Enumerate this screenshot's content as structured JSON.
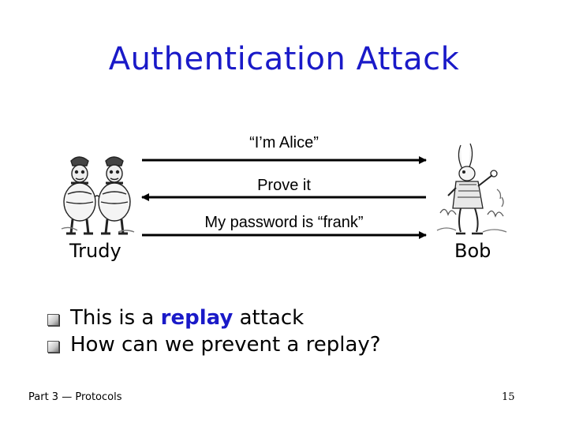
{
  "slide": {
    "title": "Authentication Attack",
    "left_party": "Trudy",
    "right_party": "Bob",
    "left_figure_icon": "tweedle-twins-illustration",
    "right_figure_icon": "white-rabbit-illustration"
  },
  "messages": [
    {
      "text": "“I’m Alice”",
      "direction": "right"
    },
    {
      "text": "Prove it",
      "direction": "left"
    },
    {
      "text": "My password is “frank”",
      "direction": "right"
    }
  ],
  "bullets": [
    {
      "before": "This is a ",
      "highlight": "replay",
      "after": " attack"
    },
    {
      "before": "How can we prevent a replay?",
      "highlight": "",
      "after": ""
    }
  ],
  "footer": {
    "left": "Part 3 — Protocols",
    "page": "15"
  },
  "colors": {
    "title": "#1a1ac8",
    "highlight": "#1a1ac8"
  }
}
